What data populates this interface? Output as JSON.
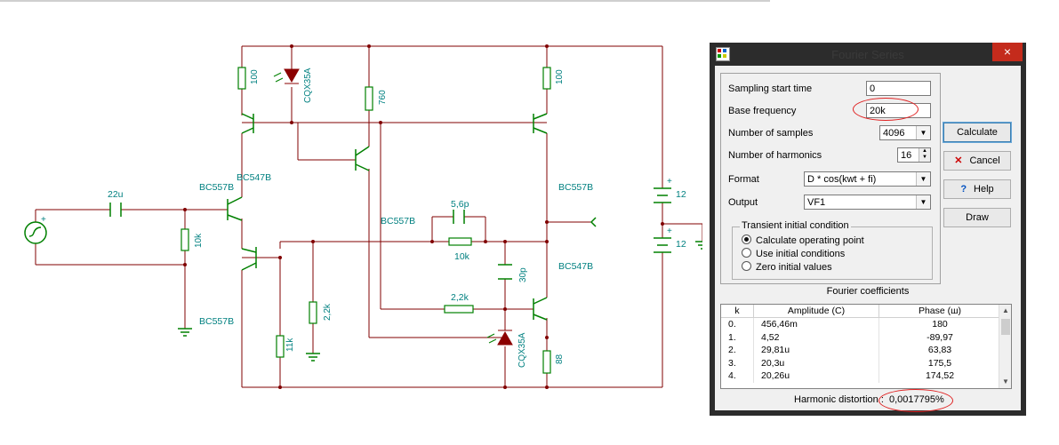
{
  "schematic": {
    "labels": {
      "r100_left": "100",
      "diode_top": "CQX35A",
      "r760": "760",
      "r100_right": "100",
      "bc557b_q1": "BC557B",
      "bc547b_q2": "BC547B",
      "bc557b_right_top": "BC557B",
      "c22u": "22u",
      "r10k_in": "10k",
      "bc557b_mid": "BC557B",
      "c5p6": "5,6p",
      "r10k_fb": "10k",
      "bc547b_right": "BC547B",
      "c30p": "30p",
      "r2k2_h": "2,2k",
      "r2k2_v": "2,2k",
      "r11k": "11k",
      "bc557b_bottom": "BC557B",
      "diode_bottom": "CQX35A",
      "r88": "88",
      "batt_top": "12",
      "batt_bottom": "12"
    }
  },
  "dialog": {
    "title": "Fourier Series",
    "close_glyph": "×",
    "fields": {
      "sampling_start_label": "Sampling start time",
      "sampling_start_value": "0",
      "base_freq_label": "Base frequency",
      "base_freq_value": "20k",
      "num_samples_label": "Number of samples",
      "num_samples_value": "4096",
      "num_harmonics_label": "Number of harmonics",
      "num_harmonics_value": "16",
      "format_label": "Format",
      "format_value": "D * cos(kwt + fi)",
      "output_label": "Output",
      "output_value": "VF1"
    },
    "transient": {
      "title": "Transient initial condition",
      "options": [
        "Calculate operating point",
        "Use initial conditions",
        "Zero initial values"
      ],
      "selected": "Calculate operating point"
    },
    "buttons": {
      "calculate": "Calculate",
      "cancel": "Cancel",
      "help": "Help",
      "draw": "Draw"
    },
    "coefficients": {
      "title": "Fourier coefficients",
      "headers": [
        "k",
        "Amplitude (C)",
        "Phase (ш)"
      ],
      "rows": [
        [
          "0.",
          "456,46m",
          "180"
        ],
        [
          "1.",
          "4,52",
          "-89,97"
        ],
        [
          "2.",
          "29,81u",
          "63,83"
        ],
        [
          "3.",
          "20,3u",
          "175,5"
        ],
        [
          "4.",
          "20,26u",
          "174,52"
        ]
      ]
    },
    "harmonic_distortion_label": "Harmonic distortion :",
    "harmonic_distortion_value": "0,0017795%"
  },
  "colors": {
    "wire": "#800000",
    "component": "#008000",
    "label": "#008080",
    "highlight": "#e02020",
    "diode_fill": "#8b0000"
  }
}
